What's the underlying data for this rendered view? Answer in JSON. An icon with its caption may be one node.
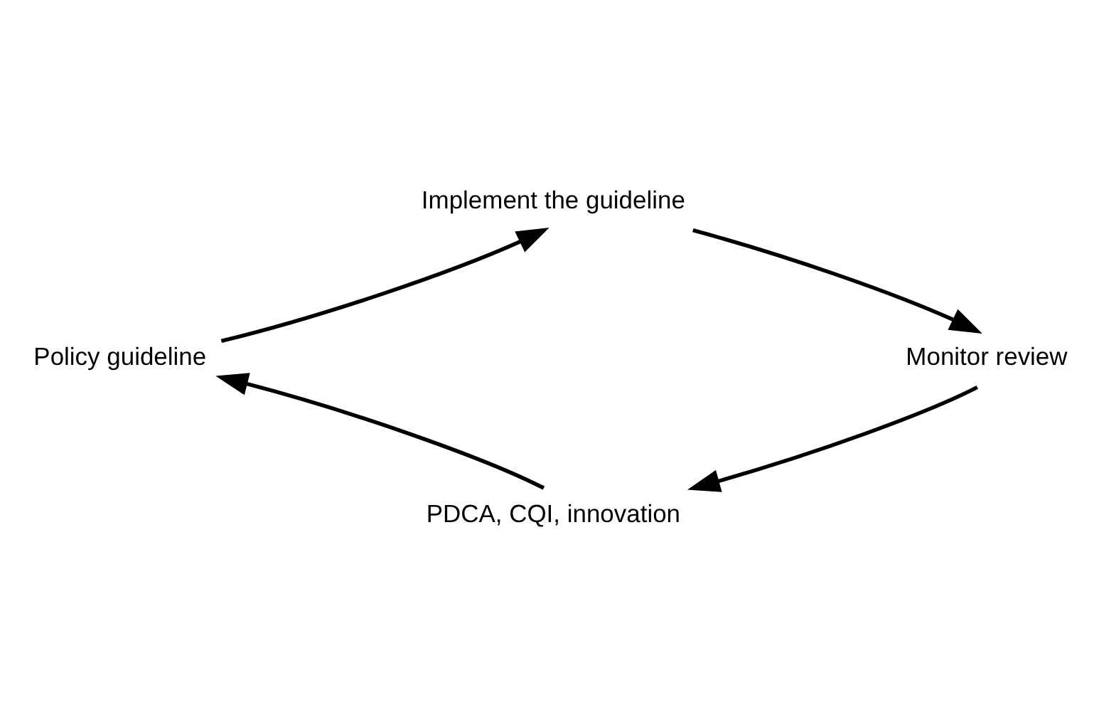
{
  "diagram": {
    "nodes": [
      {
        "text": [
          "Policy guideline"
        ]
      },
      {
        "text": [
          "Implement the guideline"
        ]
      },
      {
        "text": [
          "Monitor review"
        ]
      },
      {
        "text": [
          "PDCA, CQI, innovation"
        ]
      }
    ],
    "edges": [
      {
        "from": 0,
        "to": 1,
        "arrow": "to"
      },
      {
        "from": 1,
        "to": 2,
        "arrow": "to"
      },
      {
        "from": 2,
        "to": 3,
        "arrow": "to"
      },
      {
        "from": 3,
        "to": 0,
        "arrow": "to"
      }
    ]
  }
}
